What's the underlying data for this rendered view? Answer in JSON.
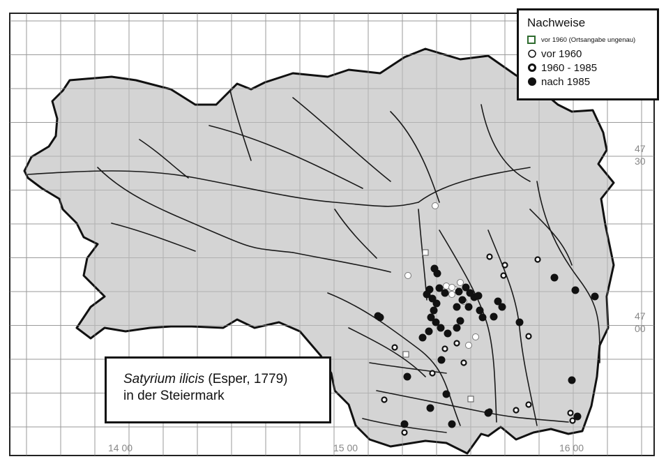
{
  "legend": {
    "title": "Nachweise",
    "items": [
      {
        "symbol": "square-open",
        "label": "vor 1960 (Ortsangabe ungenau)",
        "color": "#2e6b2e"
      },
      {
        "symbol": "circle-open",
        "label": "vor 1960"
      },
      {
        "symbol": "circle-thick",
        "label": "1960 - 1985"
      },
      {
        "symbol": "circle-filled",
        "label": "nach 1985"
      }
    ]
  },
  "title": {
    "species": "Satyrium ilicis",
    "author": "(Esper, 1779)",
    "region": "in der Steiermark"
  },
  "coords": {
    "lat_4730": [
      "47",
      "30"
    ],
    "lat_4700": [
      "47",
      "00"
    ],
    "lon_1400": "14 00",
    "lon_1500": "15 00",
    "lon_1600": "16 00"
  },
  "colors": {
    "land": "#d4d4d4",
    "grid": "#999999",
    "river": "#1a1a1a"
  },
  "records": {
    "vor1960_ungenau": [
      [
        610,
        362
      ],
      [
        582,
        508
      ],
      [
        675,
        572
      ]
    ],
    "vor1960": [
      [
        624,
        295
      ],
      [
        585,
        395
      ],
      [
        640,
        410
      ],
      [
        652,
        415
      ],
      [
        660,
        405
      ],
      [
        648,
        422
      ],
      [
        665,
        432
      ],
      [
        672,
        495
      ],
      [
        682,
        483
      ],
      [
        648,
        412
      ]
    ],
    "1960_1985": [
      [
        702,
        368
      ],
      [
        724,
        380
      ],
      [
        722,
        395
      ],
      [
        771,
        372
      ],
      [
        638,
        500
      ],
      [
        655,
        492
      ],
      [
        665,
        520
      ],
      [
        566,
        498
      ],
      [
        620,
        535
      ],
      [
        551,
        573
      ],
      [
        580,
        620
      ],
      [
        758,
        482
      ],
      [
        758,
        580
      ],
      [
        740,
        588
      ],
      [
        818,
        592
      ],
      [
        821,
        603
      ],
      [
        702,
        590
      ]
    ],
    "nach1985": [
      [
        623,
        385
      ],
      [
        627,
        392
      ],
      [
        616,
        415
      ],
      [
        620,
        428
      ],
      [
        626,
        435
      ],
      [
        622,
        445
      ],
      [
        618,
        455
      ],
      [
        625,
        462
      ],
      [
        632,
        470
      ],
      [
        642,
        478
      ],
      [
        615,
        475
      ],
      [
        606,
        484
      ],
      [
        630,
        413
      ],
      [
        638,
        420
      ],
      [
        612,
        422
      ],
      [
        655,
        440
      ],
      [
        668,
        412
      ],
      [
        674,
        420
      ],
      [
        680,
        426
      ],
      [
        686,
        424
      ],
      [
        658,
        418
      ],
      [
        663,
        430
      ],
      [
        672,
        440
      ],
      [
        660,
        460
      ],
      [
        655,
        470
      ],
      [
        688,
        445
      ],
      [
        714,
        432
      ],
      [
        720,
        440
      ],
      [
        708,
        454
      ],
      [
        692,
        455
      ],
      [
        745,
        462
      ],
      [
        795,
        398
      ],
      [
        825,
        416
      ],
      [
        853,
        425
      ],
      [
        545,
        455
      ],
      [
        542,
        453
      ],
      [
        584,
        540
      ],
      [
        633,
        516
      ],
      [
        640,
        565
      ],
      [
        617,
        585
      ],
      [
        648,
        608
      ],
      [
        580,
        608
      ],
      [
        700,
        592
      ],
      [
        820,
        545
      ],
      [
        828,
        597
      ]
    ]
  }
}
